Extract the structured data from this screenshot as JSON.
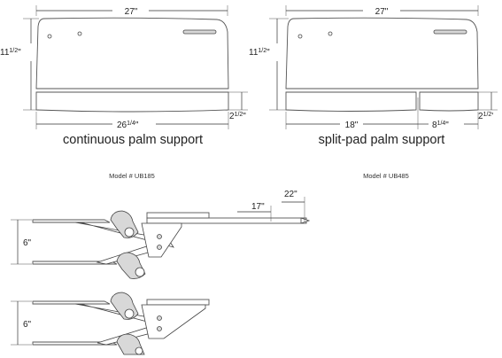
{
  "tray_left": {
    "width_top": "27\"",
    "height": "11",
    "height_frac": "1/2",
    "height_unit": "\"",
    "pad_height": "2",
    "pad_height_frac": "1/2",
    "pad_height_unit": "\"",
    "width_bottom": "26",
    "width_bottom_frac": "1/4",
    "width_bottom_unit": "\"",
    "caption": "continuous palm support",
    "model": "Model # UB185"
  },
  "tray_right": {
    "width_top": "27\"",
    "height": "11",
    "height_frac": "1/2",
    "height_unit": "\"",
    "pad_height": "2",
    "pad_height_frac": "1/2",
    "pad_height_unit": "'",
    "pad_left_width": "18\"",
    "pad_right_width": "8",
    "pad_right_width_frac": "1/4",
    "pad_right_width_unit": "\"",
    "caption": "split-pad palm support",
    "model": "Model # UB485"
  },
  "side_top": {
    "drop": "6\"",
    "extension_1": "17\"",
    "extension_2": "22\""
  },
  "side_bottom": {
    "drop": "6\""
  }
}
